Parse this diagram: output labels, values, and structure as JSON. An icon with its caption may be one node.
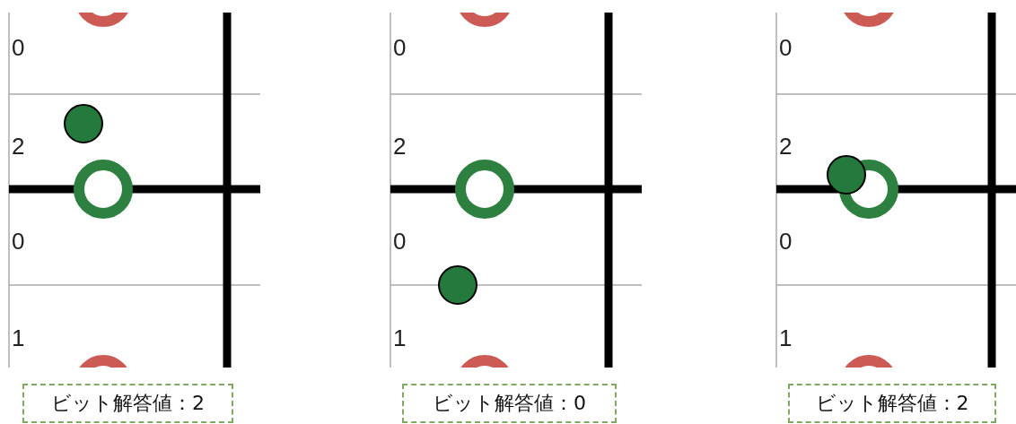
{
  "diagram": {
    "nodes": [
      {
        "text": [
          "ビット解答値：2"
        ]
      },
      {
        "text": [
          "ビット解答値：0"
        ]
      },
      {
        "text": [
          "ビット解答値：2"
        ]
      }
    ],
    "labels": [
      "0",
      "2",
      "0",
      "1",
      "0",
      "2",
      "0",
      "1",
      "0",
      "2",
      "0",
      "1"
    ]
  }
}
